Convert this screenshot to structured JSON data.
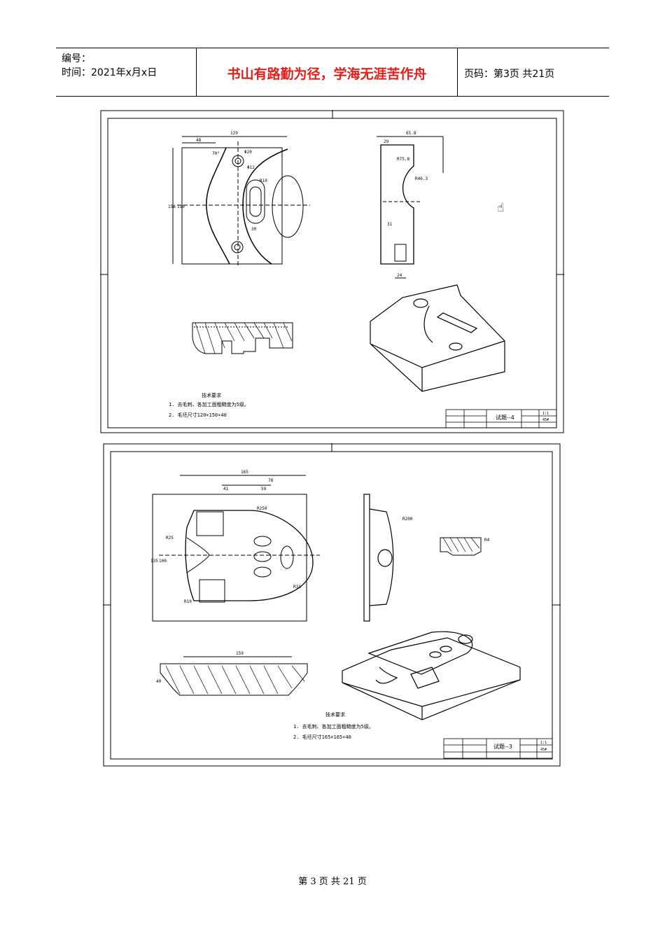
{
  "header": {
    "number_label": "编号：",
    "time_label": "时间：2021年x月x日",
    "motto": "书山有路勤为径，学海无涯苦作舟",
    "page_label": "页码：第3页  共21页"
  },
  "drawing_top": {
    "dims": {
      "d129": "129",
      "d48": "48",
      "d158": "158",
      "d110": "110",
      "d70": "70°",
      "d20": "Φ20",
      "d12": "Φ12",
      "d30": "30",
      "r10": "R10",
      "d65": "65.8",
      "d29": "29",
      "r75": "R75.8",
      "r46": "R46.3",
      "d31": "31",
      "d24": "24"
    },
    "note_title": "技术要求",
    "notes": [
      "1. 去毛刺、各加工面粗糙度为5级。",
      "2. 毛坯尺寸120×150×40"
    ],
    "title_block": {
      "title": "试题--4",
      "scale": "1:1",
      "mat": "45#"
    }
  },
  "drawing_bottom": {
    "dims": {
      "d165": "165",
      "d78": "78",
      "d41": "41",
      "d59": "59",
      "r250": "R250",
      "r25": "R25",
      "d135": "135",
      "d100": "100",
      "r10": "R10",
      "r31": "R31",
      "d159": "159",
      "d40": "40",
      "r200": "R200",
      "r4": "R4"
    },
    "note_title": "技术要求",
    "notes": [
      "1. 去毛刺、各加工面粗糙度为5级。",
      "2. 毛坯尺寸165×165×40"
    ],
    "title_block": {
      "title": "试题--3",
      "scale": "1:1",
      "mat": "45#"
    }
  },
  "footer": {
    "page_text": "第 3 页 共 21 页"
  },
  "icons": {
    "cursor": "hand-cursor-icon"
  }
}
